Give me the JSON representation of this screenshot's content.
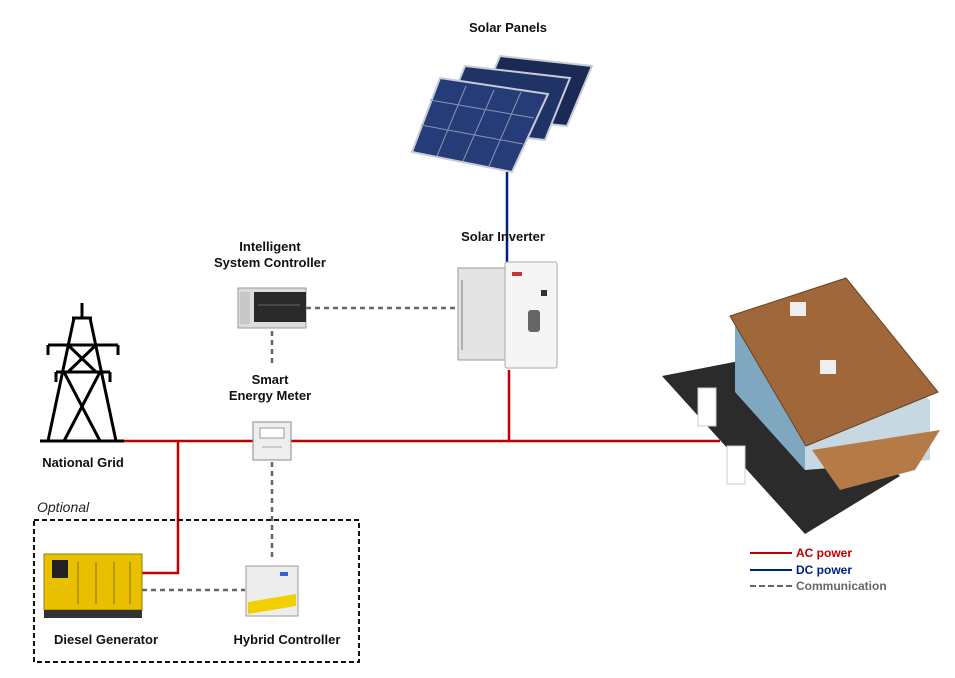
{
  "labels": {
    "solar_panels": "Solar Panels",
    "solar_inverter": "Solar Inverter",
    "controller_line1": "Intelligent",
    "controller_line2": "System Controller",
    "meter_line1": "Smart",
    "meter_line2": "Energy Meter",
    "national_grid": "National Grid",
    "optional": "Optional",
    "diesel_generator": "Diesel Generator",
    "hybrid_controller": "Hybrid Controller"
  },
  "legend": [
    {
      "label": "AC power",
      "color": "#c00000",
      "style": "solid"
    },
    {
      "label": "DC power",
      "color": "#002080",
      "style": "solid"
    },
    {
      "label": "Communication",
      "color": "#666666",
      "style": "dashed"
    }
  ],
  "colors": {
    "ac": "#c00000",
    "dc": "#002080",
    "comm": "#666666",
    "generator": "#e8c000",
    "roof": "#a0683a",
    "glass": "#7fa8c0"
  }
}
